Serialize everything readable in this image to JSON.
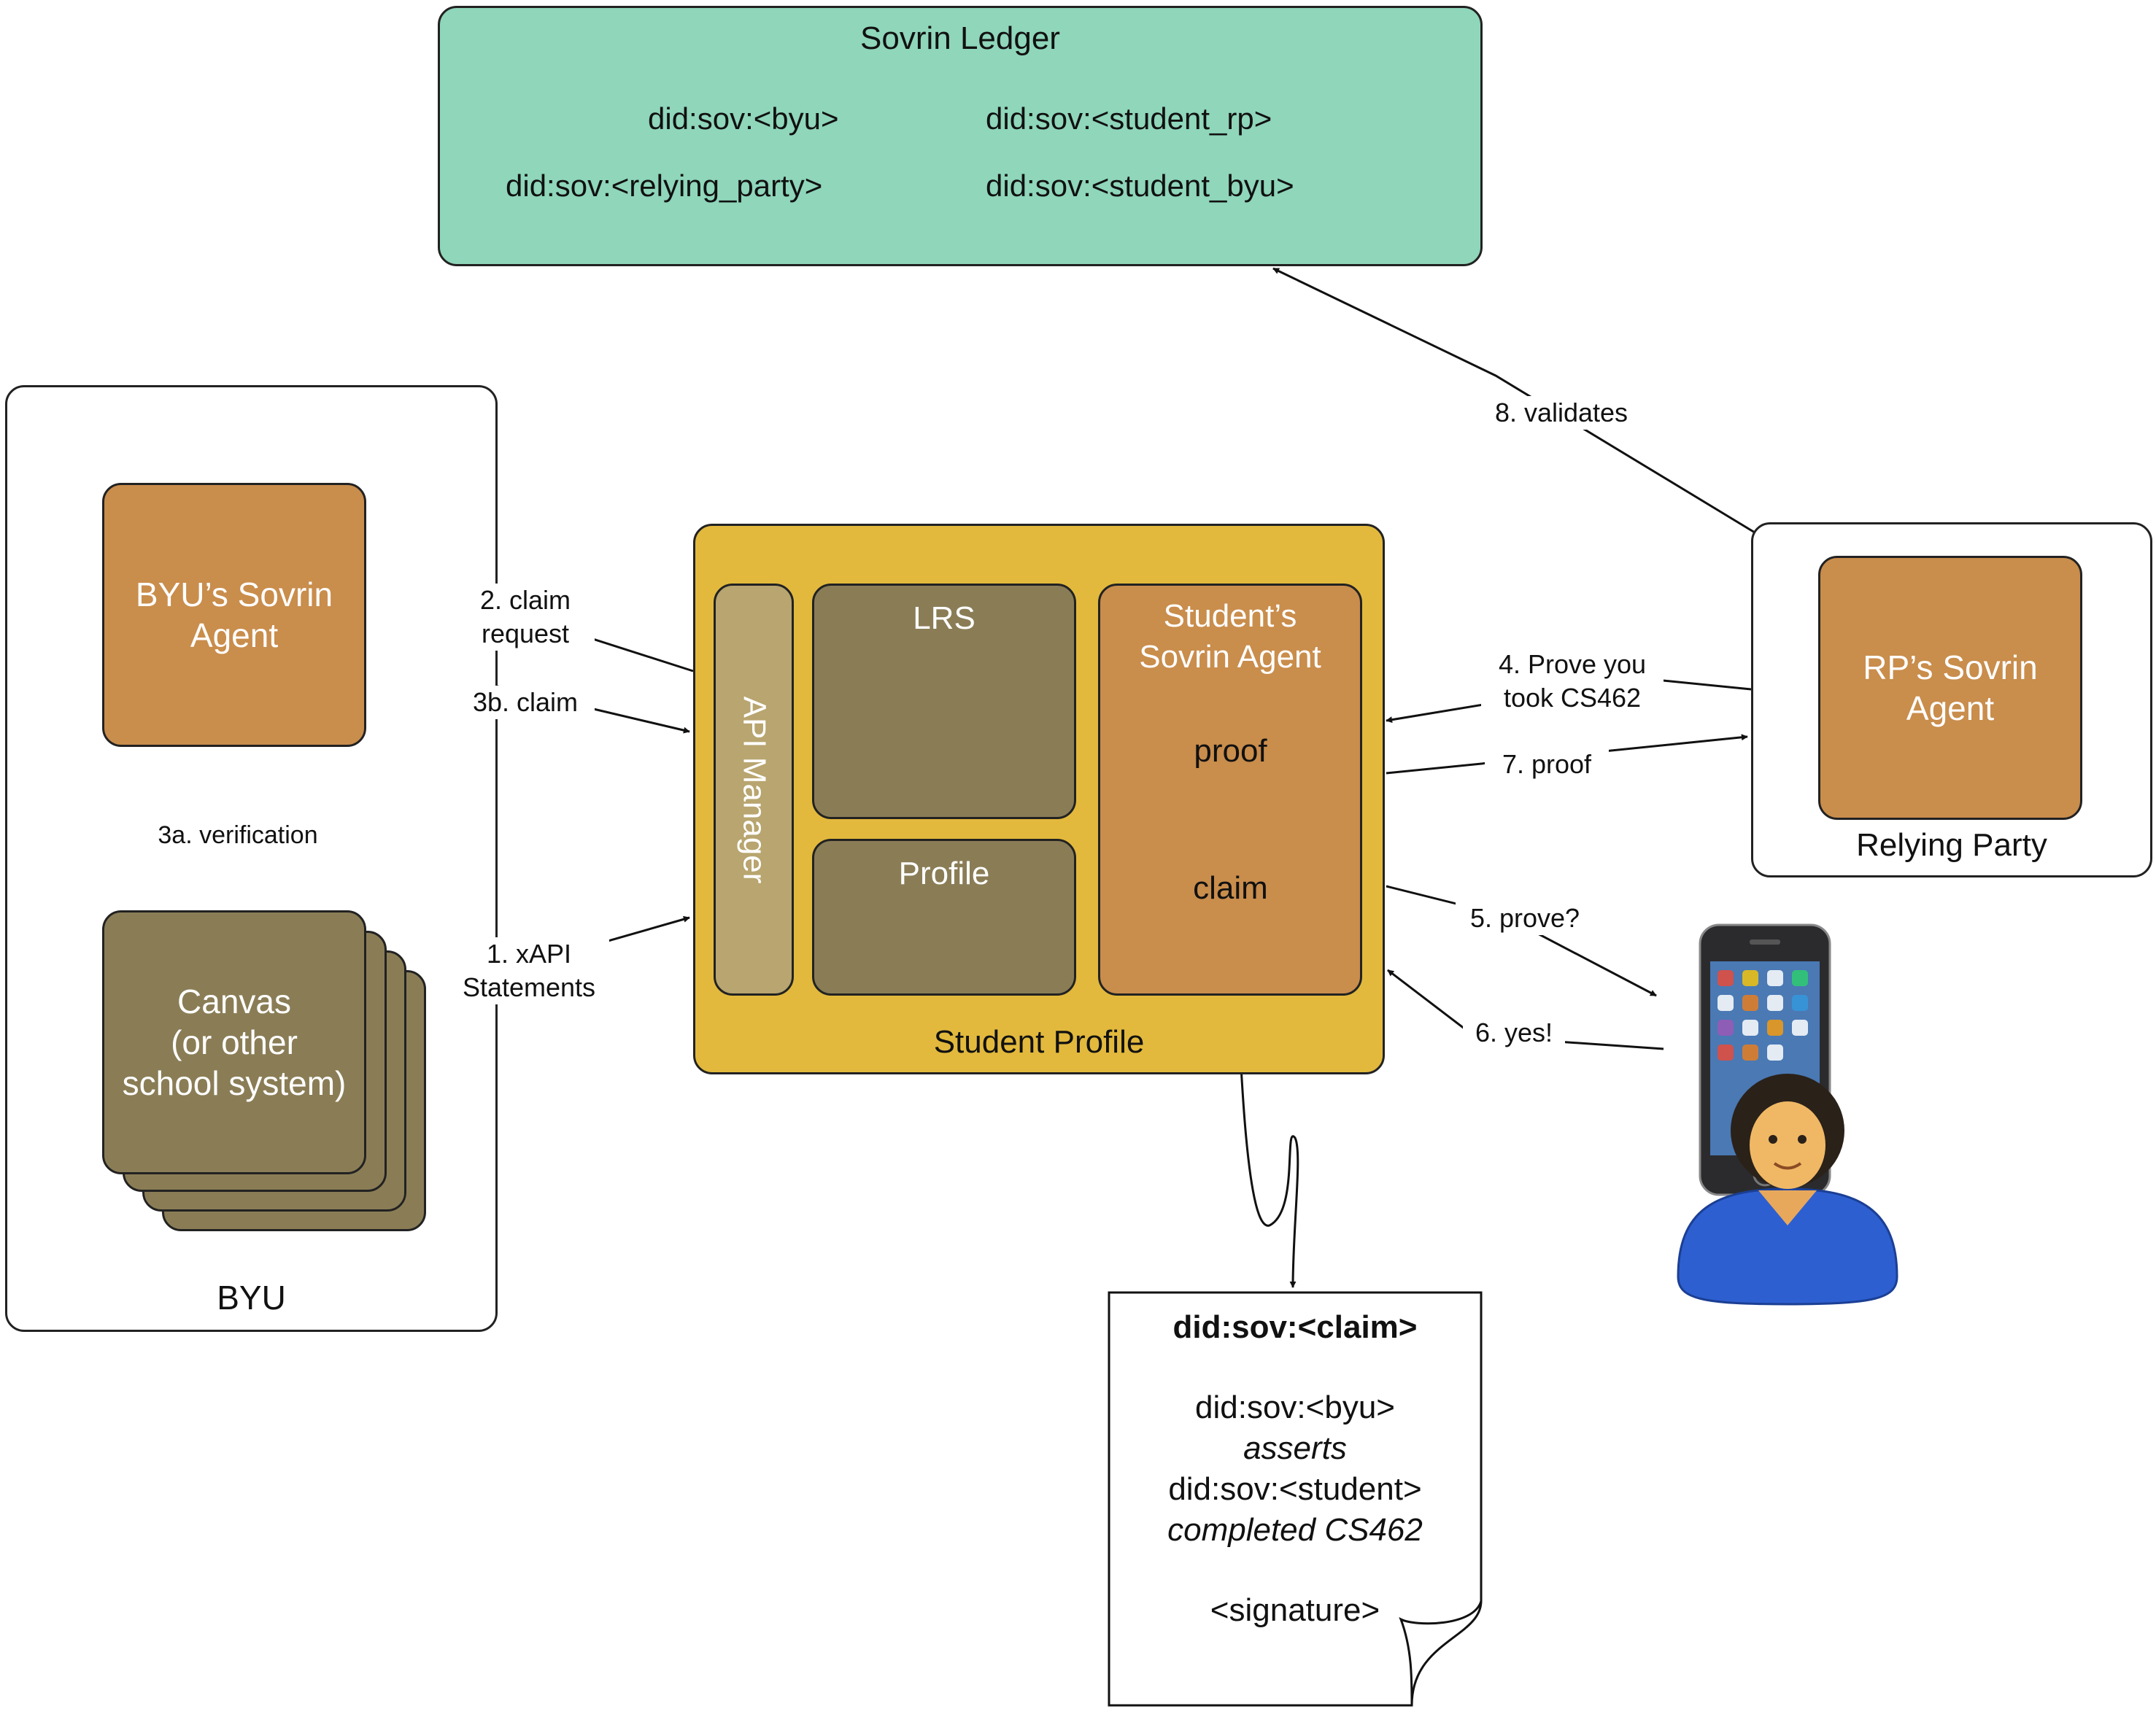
{
  "ledger": {
    "title": "Sovrin Ledger",
    "dids": [
      "did:sov:<byu>",
      "did:sov:<student_rp>",
      "did:sov:<relying_party>",
      "did:sov:<student_byu>"
    ]
  },
  "byu": {
    "label": "BYU",
    "agent": "BYU’s Sovrin Agent",
    "canvas_line1": "Canvas",
    "canvas_line2": "(or other",
    "canvas_line3": "school system)"
  },
  "student_profile": {
    "label": "Student Profile",
    "api_manager": "API Manager",
    "lrs": "LRS",
    "profile": "Profile",
    "agent_line1": "Student’s",
    "agent_line2": "Sovrin Agent",
    "proof": "proof",
    "claim": "claim"
  },
  "relying_party": {
    "label": "Relying Party",
    "agent": "RP’s Sovrin Agent"
  },
  "edges": {
    "e2_line1": "2. claim",
    "e2_line2": "request",
    "e3b": "3b. claim",
    "e3a": "3a. verification",
    "e1_line1": "1. xAPI",
    "e1_line2": "Statements",
    "e4_line1": "4. Prove you",
    "e4_line2": "took CS462",
    "e7": "7. proof",
    "e5": "5. prove?",
    "e6": "6. yes!",
    "e8": "8. validates"
  },
  "claim_doc": {
    "title": "did:sov:<claim>",
    "line1": "did:sov:<byu>",
    "line2": "asserts",
    "line3": "did:sov:<student>",
    "line4": "completed CS462",
    "line5": "<signature>"
  },
  "colors": {
    "ledger": "#8fd6bb",
    "agent": "#c98d4c",
    "olive": "#8a7d56",
    "student_profile": "#e2b93d",
    "api_manager": "#b8a56f"
  }
}
